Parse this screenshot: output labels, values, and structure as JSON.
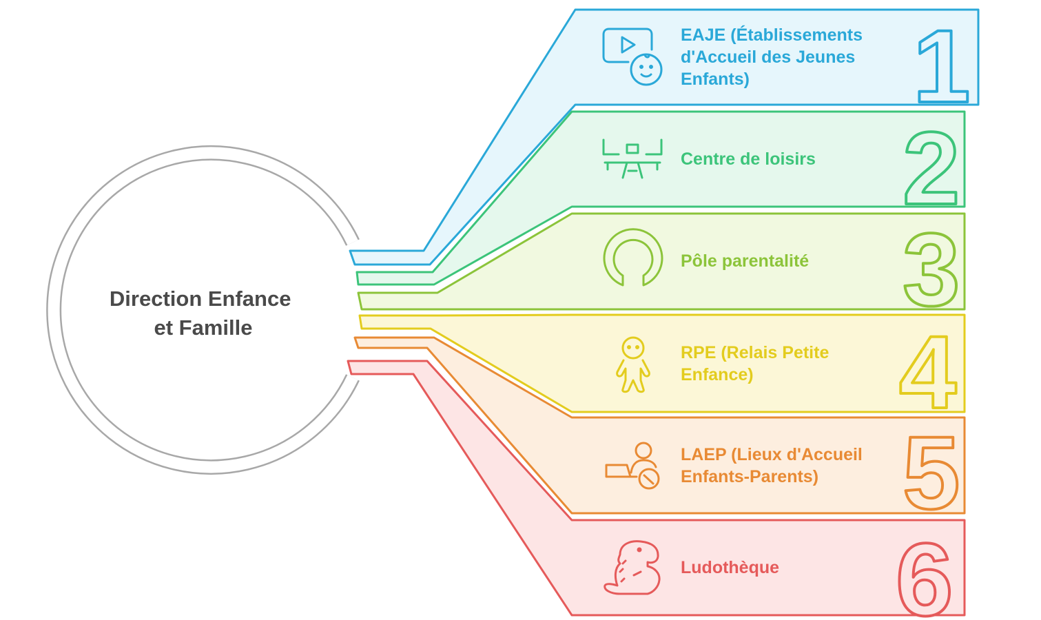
{
  "hub": {
    "line1": "Direction Enfance",
    "line2": "et Famille",
    "color": "#a8a8a8"
  },
  "items": [
    {
      "number": "1",
      "lines": [
        "EAJE (Établissements",
        "d'Accueil des Jeunes",
        "Enfants)"
      ],
      "icon": "baby-video-icon",
      "stroke": "#2aa8d8",
      "fill": "#e6f6fc"
    },
    {
      "number": "2",
      "lines": [
        "Centre de loisirs"
      ],
      "icon": "seesaw-icon",
      "stroke": "#3cc47a",
      "fill": "#e5f8ed"
    },
    {
      "number": "3",
      "lines": [
        "Pôle parentalité"
      ],
      "icon": "circle-arch-icon",
      "stroke": "#8cc43a",
      "fill": "#f1f9e0"
    },
    {
      "number": "4",
      "lines": [
        "RPE (Relais Petite",
        "Enfance)"
      ],
      "icon": "child-icon",
      "stroke": "#e3cc1e",
      "fill": "#fcf7d7"
    },
    {
      "number": "5",
      "lines": [
        "LAEP (Lieux d'Accueil",
        "Enfants-Parents)"
      ],
      "icon": "parent-baby-icon",
      "stroke": "#e88a34",
      "fill": "#fdeedf"
    },
    {
      "number": "6",
      "lines": [
        "Ludothèque"
      ],
      "icon": "dinosaur-icon",
      "stroke": "#e55a5a",
      "fill": "#fde5e5"
    }
  ]
}
